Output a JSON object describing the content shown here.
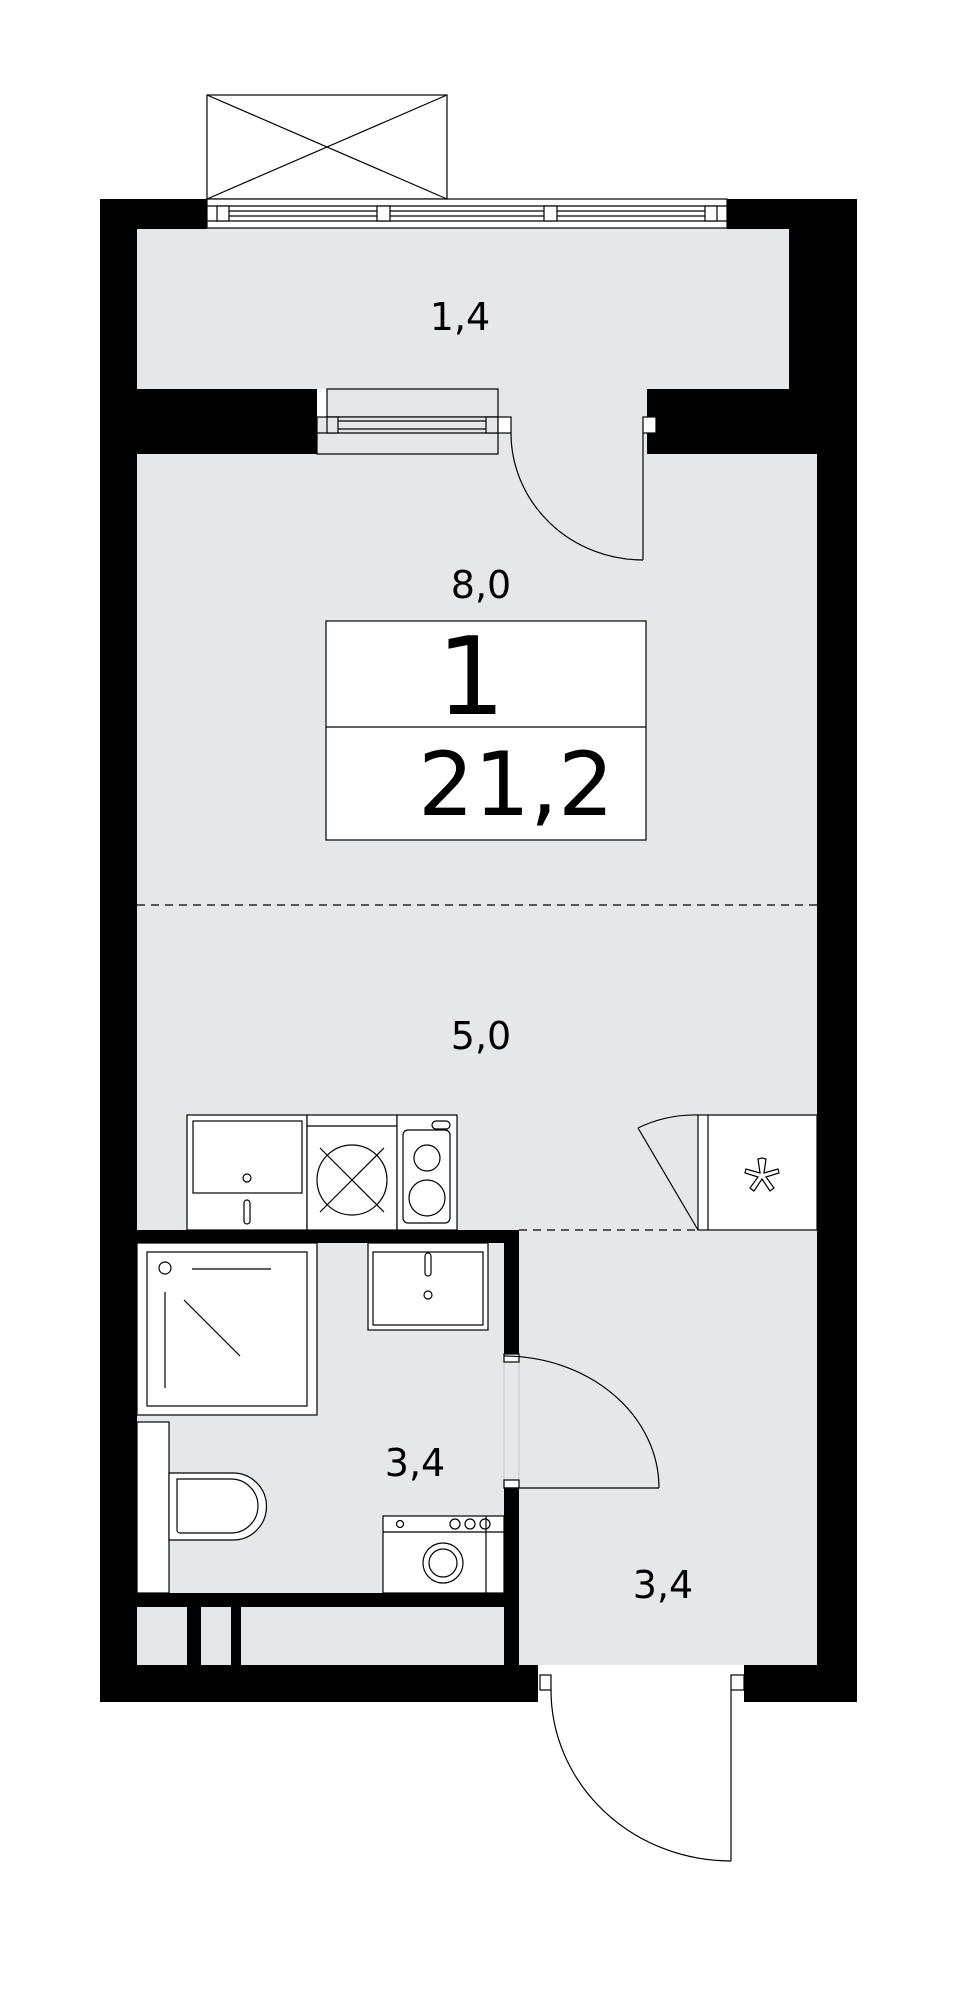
{
  "plan": {
    "rooms_count": "1",
    "total_area": "21,2",
    "balcony_area": "1,4",
    "living_area": "8,0",
    "kitchen_area": "5,0",
    "bathroom_area": "3,4",
    "hall_area": "3,4"
  },
  "colors": {
    "floor": "#e5e8eb",
    "wall": "#000000",
    "line": "#000000"
  }
}
